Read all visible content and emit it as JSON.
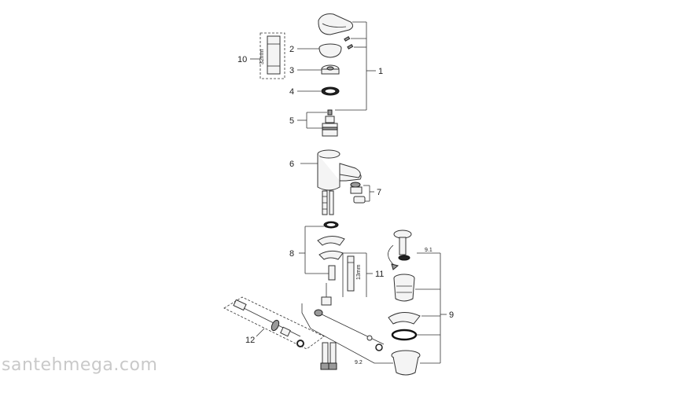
{
  "labels": {
    "l1": "1",
    "l2": "2",
    "l3": "3",
    "l4": "4",
    "l5": "5",
    "l6": "6",
    "l7": "7",
    "l8": "8",
    "l9": "9",
    "l9_1": "9.1",
    "l9_2": "9.2",
    "l10": "10",
    "l11": "11",
    "l12": "12"
  },
  "dimensions": {
    "tool_10": "32mm",
    "tool_11": "13mm"
  },
  "watermark": "santehmega.com"
}
